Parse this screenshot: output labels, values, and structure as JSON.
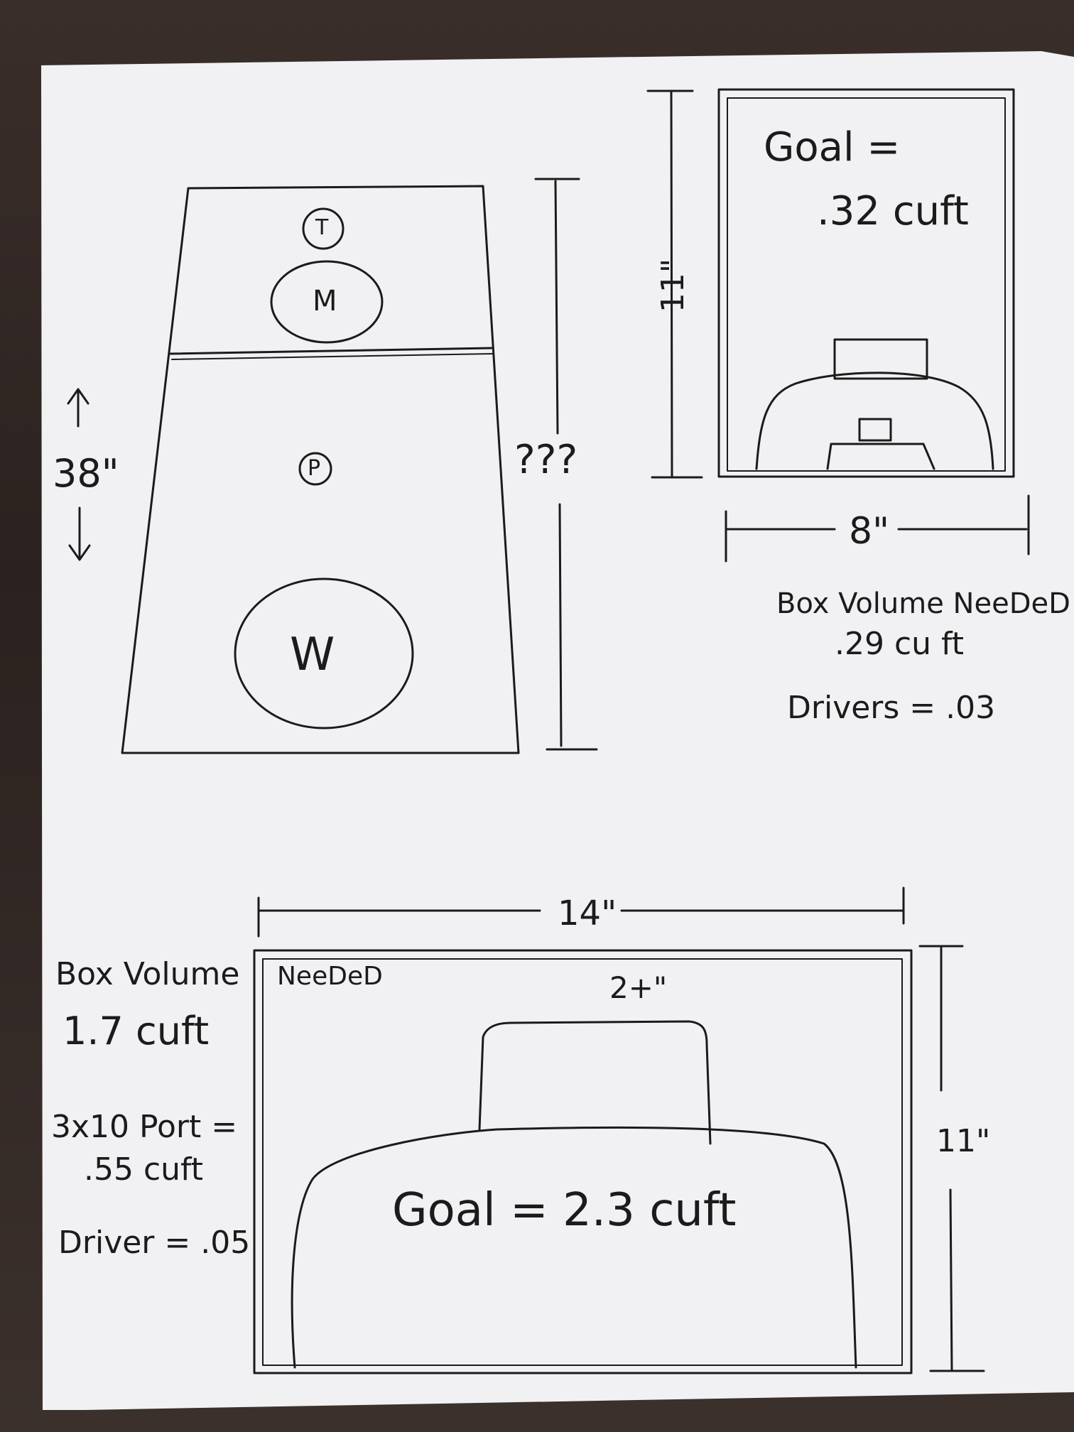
{
  "front_view": {
    "driver_tweeter": "T",
    "driver_mid": "M",
    "port": "P",
    "driver_woofer": "W",
    "height_label": "38\"",
    "unknown_height_label": "???"
  },
  "mid_box": {
    "height_label": "11\"",
    "width_label": "8\"",
    "goal_line1": "Goal =",
    "goal_line2": ".32 cuft",
    "volume_line1": "Box Volume NeeDeD",
    "volume_line2": ".29 cu ft",
    "drivers_line": "Drivers = .03"
  },
  "woofer_box": {
    "width_label": "14\"",
    "height_label": "11\"",
    "driver_size_label": "2+\"",
    "goal_label": "Goal = 2.3 cuft",
    "volume_line1_left": "Box Volume",
    "volume_line1_right": "NeeDeD",
    "volume_line2": "1.7 cuft",
    "port_line1": "3x10 Port =",
    "port_line2": ".55 cuft",
    "driver_line": "Driver = .05"
  },
  "colors": {
    "paper": "#f1f1f3",
    "ink": "#1b1b1b",
    "table": "#2b221f"
  }
}
